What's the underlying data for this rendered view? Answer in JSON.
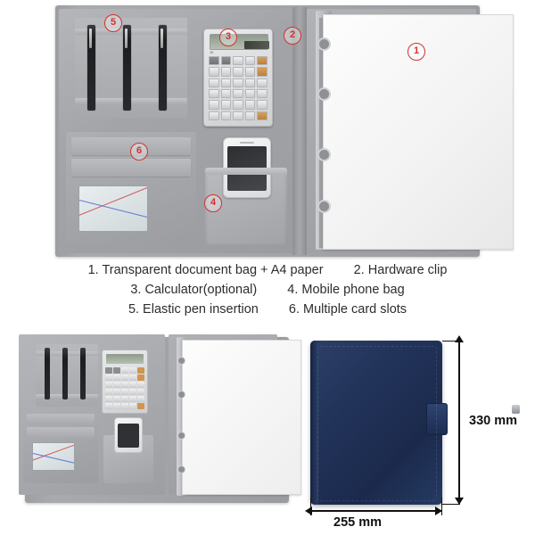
{
  "product": {
    "type": "A4 ring-binder portfolio / padfolio",
    "open_view_color": "#a3a5a9",
    "closed_view_color": "#22335a",
    "accent_callout_color": "#d0322e"
  },
  "top_image": {
    "callouts": [
      {
        "id": "1",
        "label": "1",
        "target": "a4-paper"
      },
      {
        "id": "2",
        "label": "2",
        "target": "hardware-clip"
      },
      {
        "id": "3",
        "label": "3",
        "target": "calculator"
      },
      {
        "id": "4",
        "label": "4",
        "target": "mobile-phone-bag"
      },
      {
        "id": "5",
        "label": "5",
        "target": "elastic-pen-insertion"
      },
      {
        "id": "6",
        "label": "6",
        "target": "multiple-card-slots"
      }
    ]
  },
  "caption": {
    "line1": [
      "1. Transparent document bag + A4 paper",
      "2. Hardware clip"
    ],
    "line2": [
      "3. Calculator(optional)",
      "4. Mobile phone bag"
    ],
    "line3": [
      "5. Elastic pen insertion",
      "6. Multiple card slots"
    ]
  },
  "bottom_image": {
    "dimensions": {
      "height": "330 mm",
      "width": "255 mm"
    }
  }
}
